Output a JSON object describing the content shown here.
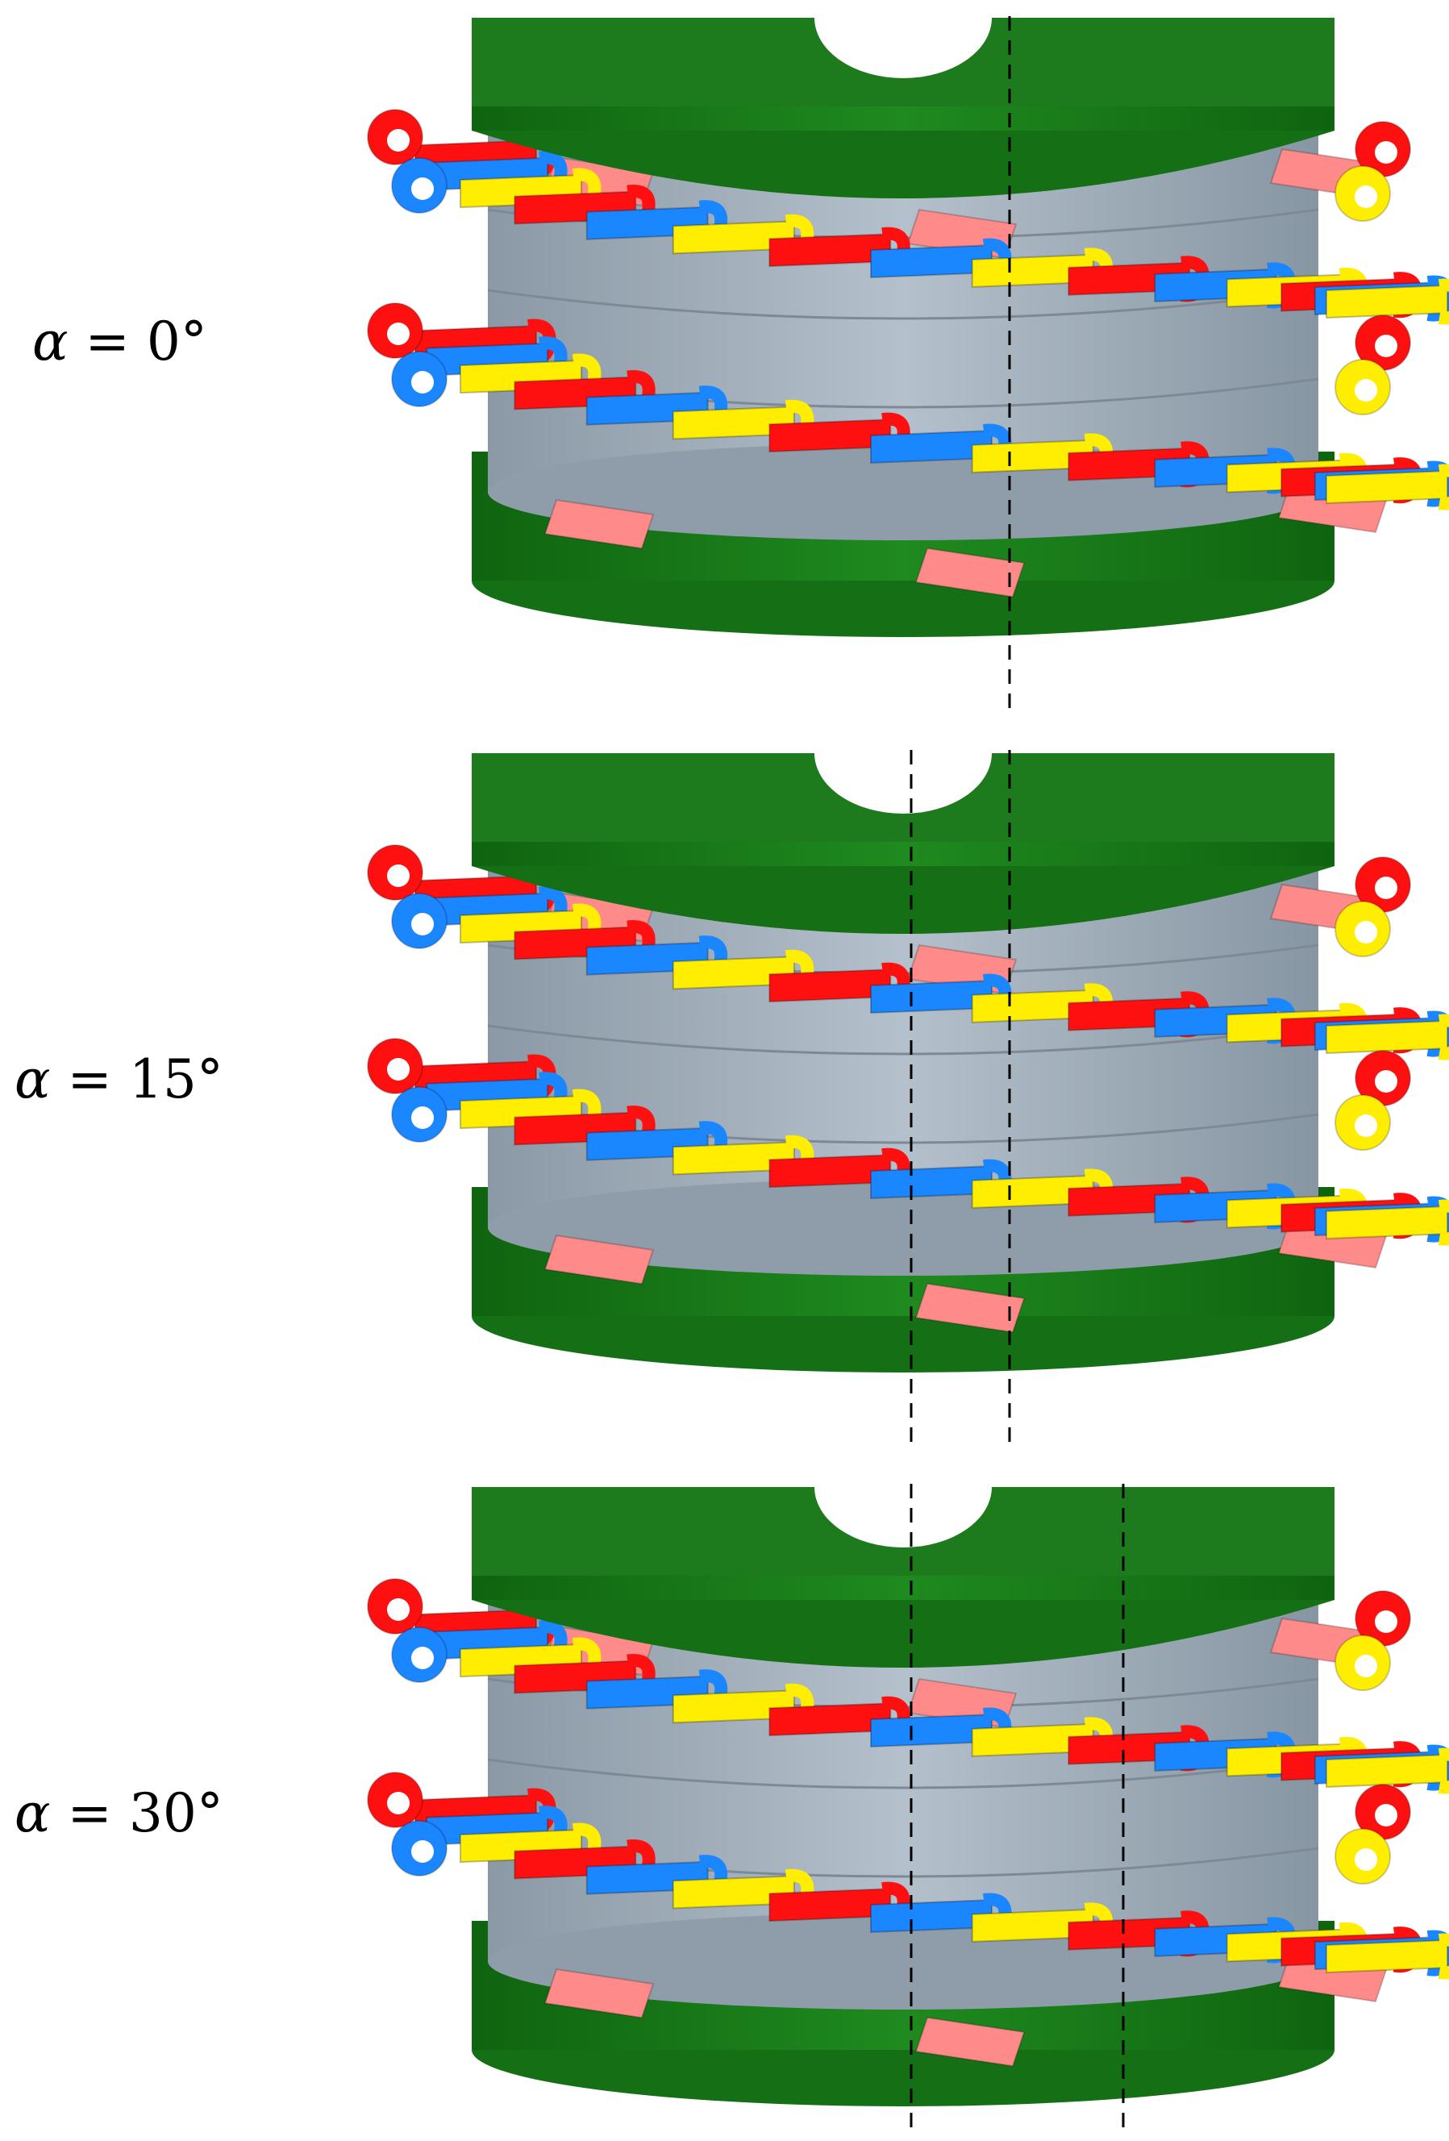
{
  "panels": [
    {
      "id": "p0",
      "label_symbol": "α",
      "label_rest": " = 0°"
    },
    {
      "id": "p15",
      "label_symbol": "α",
      "label_rest": " = 15°"
    },
    {
      "id": "p30",
      "label_symbol": "α",
      "label_rest": " = 30°"
    }
  ],
  "colors": {
    "disk_top": "#1d7a1d",
    "disk_side": "#157015",
    "core": "#a9b6c2",
    "core_dark": "#8f9daa",
    "red": "#ff1010",
    "blue": "#1a86ff",
    "yellow": "#ffee00",
    "pink": "#ff8a8a",
    "guide_line": "#000000"
  }
}
